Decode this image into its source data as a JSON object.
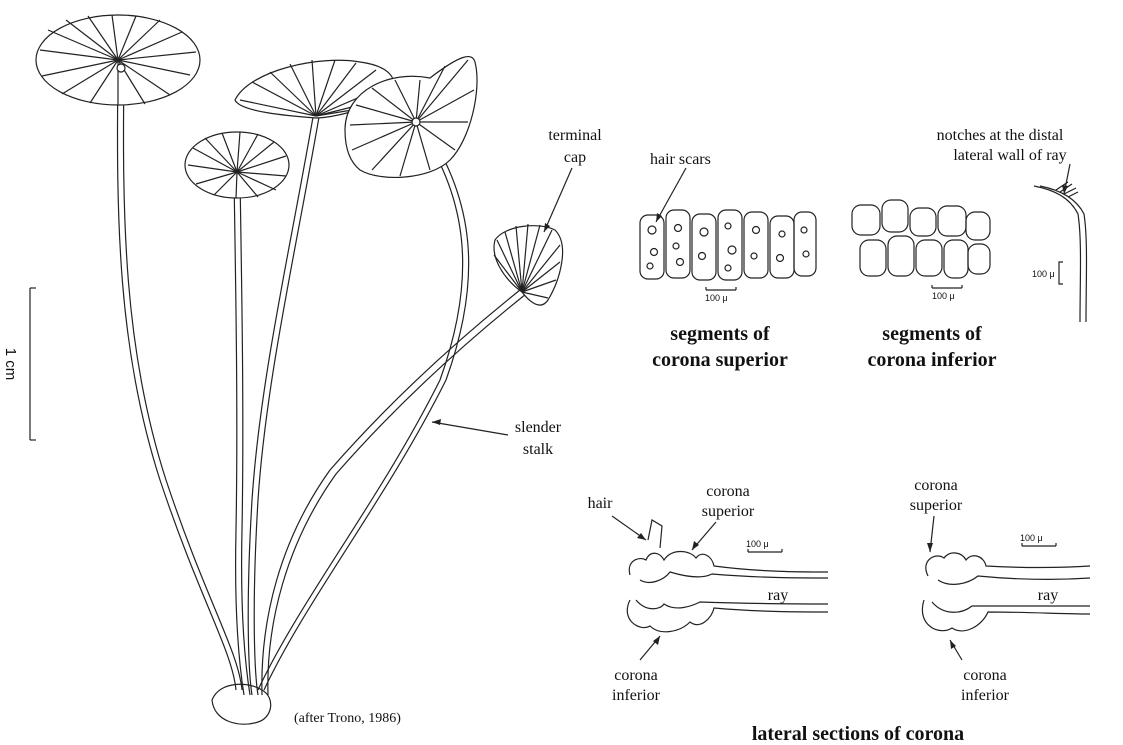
{
  "labels": {
    "terminal_cap_1": "terminal",
    "terminal_cap_2": "cap",
    "slender_stalk_1": "slender",
    "slender_stalk_2": "stalk",
    "hair_scars": "hair scars",
    "notches_1": "notches at the distal",
    "notches_2": "lateral wall of ray",
    "seg_sup_1": "segments of",
    "seg_sup_2": "corona superior",
    "seg_inf_1": "segments of",
    "seg_inf_2": "corona inferior",
    "hair": "hair",
    "cs_left_1": "corona",
    "cs_left_2": "superior",
    "ray_left": "ray",
    "ci_left_1": "corona",
    "ci_left_2": "inferior",
    "cs_right_1": "corona",
    "cs_right_2": "superior",
    "ray_right": "ray",
    "ci_right_1": "corona",
    "ci_right_2": "inferior",
    "lateral_sections": "lateral sections of corona",
    "credit": "(after Trono, 1986)"
  },
  "scales": {
    "main_scale": "1 cm",
    "seg_sup_scale": "100 μ",
    "seg_inf_scale": "100 μ",
    "notch_scale": "100 μ",
    "lat_left_scale": "100 μ",
    "lat_right_scale": "100 μ"
  }
}
